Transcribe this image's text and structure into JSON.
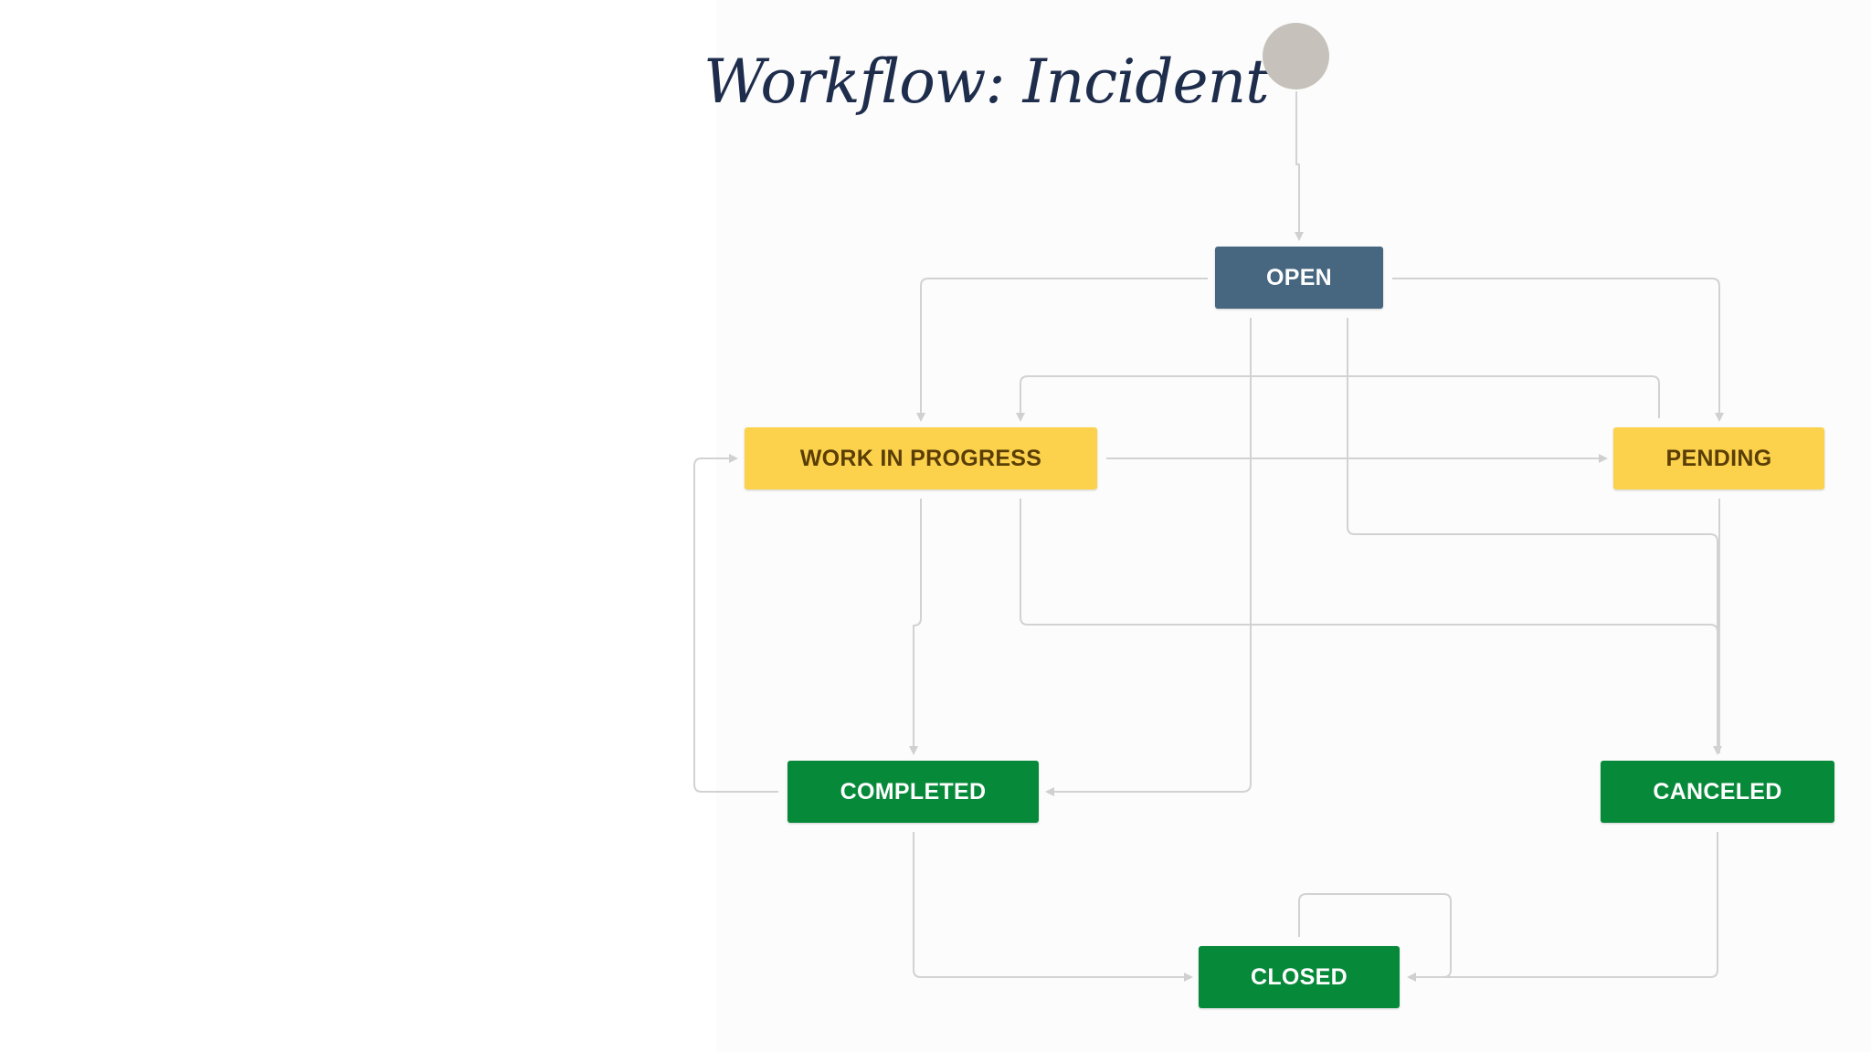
{
  "title": "Workflow: Incident",
  "colors": {
    "open": "#47667f",
    "in_progress": "#fcd24d",
    "done": "#07893a",
    "connector": "#d2d2d2",
    "start": "#c6c2bb"
  },
  "statuses": {
    "open": "OPEN",
    "work_in_progress": "WORK IN PROGRESS",
    "pending": "PENDING",
    "completed": "COMPLETED",
    "canceled": "CANCELED",
    "closed": "CLOSED"
  },
  "transitions": [
    {
      "from": "start",
      "to": "open"
    },
    {
      "from": "open",
      "to": "work_in_progress"
    },
    {
      "from": "open",
      "to": "pending"
    },
    {
      "from": "open",
      "to": "completed"
    },
    {
      "from": "open",
      "to": "canceled"
    },
    {
      "from": "pending",
      "to": "work_in_progress"
    },
    {
      "from": "work_in_progress",
      "to": "pending"
    },
    {
      "from": "work_in_progress",
      "to": "completed"
    },
    {
      "from": "work_in_progress",
      "to": "canceled"
    },
    {
      "from": "pending",
      "to": "canceled"
    },
    {
      "from": "completed",
      "to": "work_in_progress"
    },
    {
      "from": "completed",
      "to": "closed"
    },
    {
      "from": "canceled",
      "to": "closed"
    },
    {
      "from": "closed",
      "to": "closed"
    }
  ]
}
